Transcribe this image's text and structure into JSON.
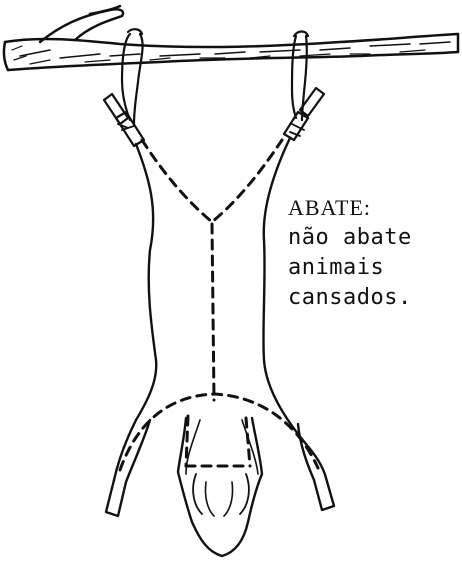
{
  "caption": {
    "heading": "ABATE:",
    "lines": [
      "não abate",
      "animais",
      "cansados."
    ]
  },
  "colors": {
    "ink": "#111111",
    "paper": "#ffffff"
  }
}
